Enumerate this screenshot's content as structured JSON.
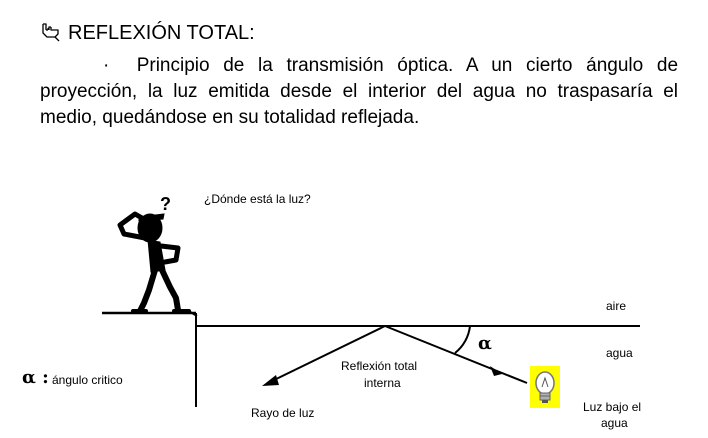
{
  "heading": {
    "icon": "pointing-hand-icon",
    "title": "REFLEXIÓN TOTAL:"
  },
  "paragraph": {
    "bullet": "·",
    "text": "Principio de la transmisión óptica. A un cierto ángulo de proyección, la luz emitida desde el interior del agua no traspasaría el medio, quedándose en su totalidad reflejada."
  },
  "diagram": {
    "question": "¿Dónde está la luz?",
    "medium_top": "aire",
    "medium_bottom": "agua",
    "alpha_symbol": "α",
    "alpha_legend_symbol": "α :",
    "alpha_legend_text": "ángulo critico",
    "reflection_label_line1": "Reflexión total",
    "reflection_label_line2": "interna",
    "ray_label": "Rayo de luz",
    "light_label_line1": "Luz bajo el",
    "light_label_line2": "agua",
    "bulb_background": "#ffff00"
  }
}
